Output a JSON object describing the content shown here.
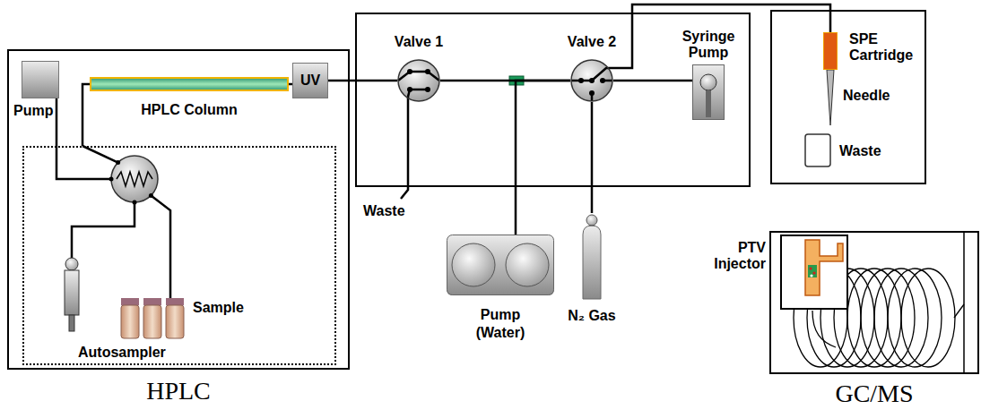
{
  "diagram": {
    "nodes": [
      {
        "text": [
          "HPLC"
        ]
      },
      {
        "text": [
          "Pump"
        ],
        "in": 0
      },
      {
        "text": [
          "HPLC Column"
        ],
        "in": 0
      },
      {
        "text": [
          "UV"
        ],
        "in": 0
      },
      {
        "text": [
          "Autosampler"
        ],
        "in": 0
      },
      {
        "text": [
          "Sample"
        ],
        "in": 4
      },
      {
        "text": [
          "Valve 1"
        ]
      },
      {
        "text": [
          "Valve 2"
        ]
      },
      {
        "text": [
          "Syringe Pump"
        ]
      },
      {
        "text": [
          "Pump (Water)"
        ]
      },
      {
        "text": [
          "N₂ Gas"
        ]
      },
      {
        "text": [
          "SPE Cartridge"
        ]
      },
      {
        "text": [
          "GC/MS"
        ]
      },
      {
        "text": [
          "PTV Injector"
        ],
        "in": 12
      }
    ],
    "edges": [
      {
        "from": 1,
        "to": 4,
        "arrow": "none"
      },
      {
        "from": 4,
        "to": 2,
        "arrow": "none"
      },
      {
        "from": 2,
        "to": 3,
        "arrow": "none"
      },
      {
        "from": 3,
        "to": 6,
        "arrow": "none"
      },
      {
        "from": 6,
        "to": 7,
        "arrow": "none"
      },
      {
        "from": 9,
        "to": 7,
        "arrow": "none"
      },
      {
        "from": 10,
        "to": 7,
        "arrow": "none"
      },
      {
        "from": 7,
        "to": 8,
        "arrow": "none"
      },
      {
        "from": 7,
        "to": 11,
        "arrow": "none"
      }
    ],
    "labels": [
      "Waste",
      "Needle",
      "Waste"
    ]
  }
}
